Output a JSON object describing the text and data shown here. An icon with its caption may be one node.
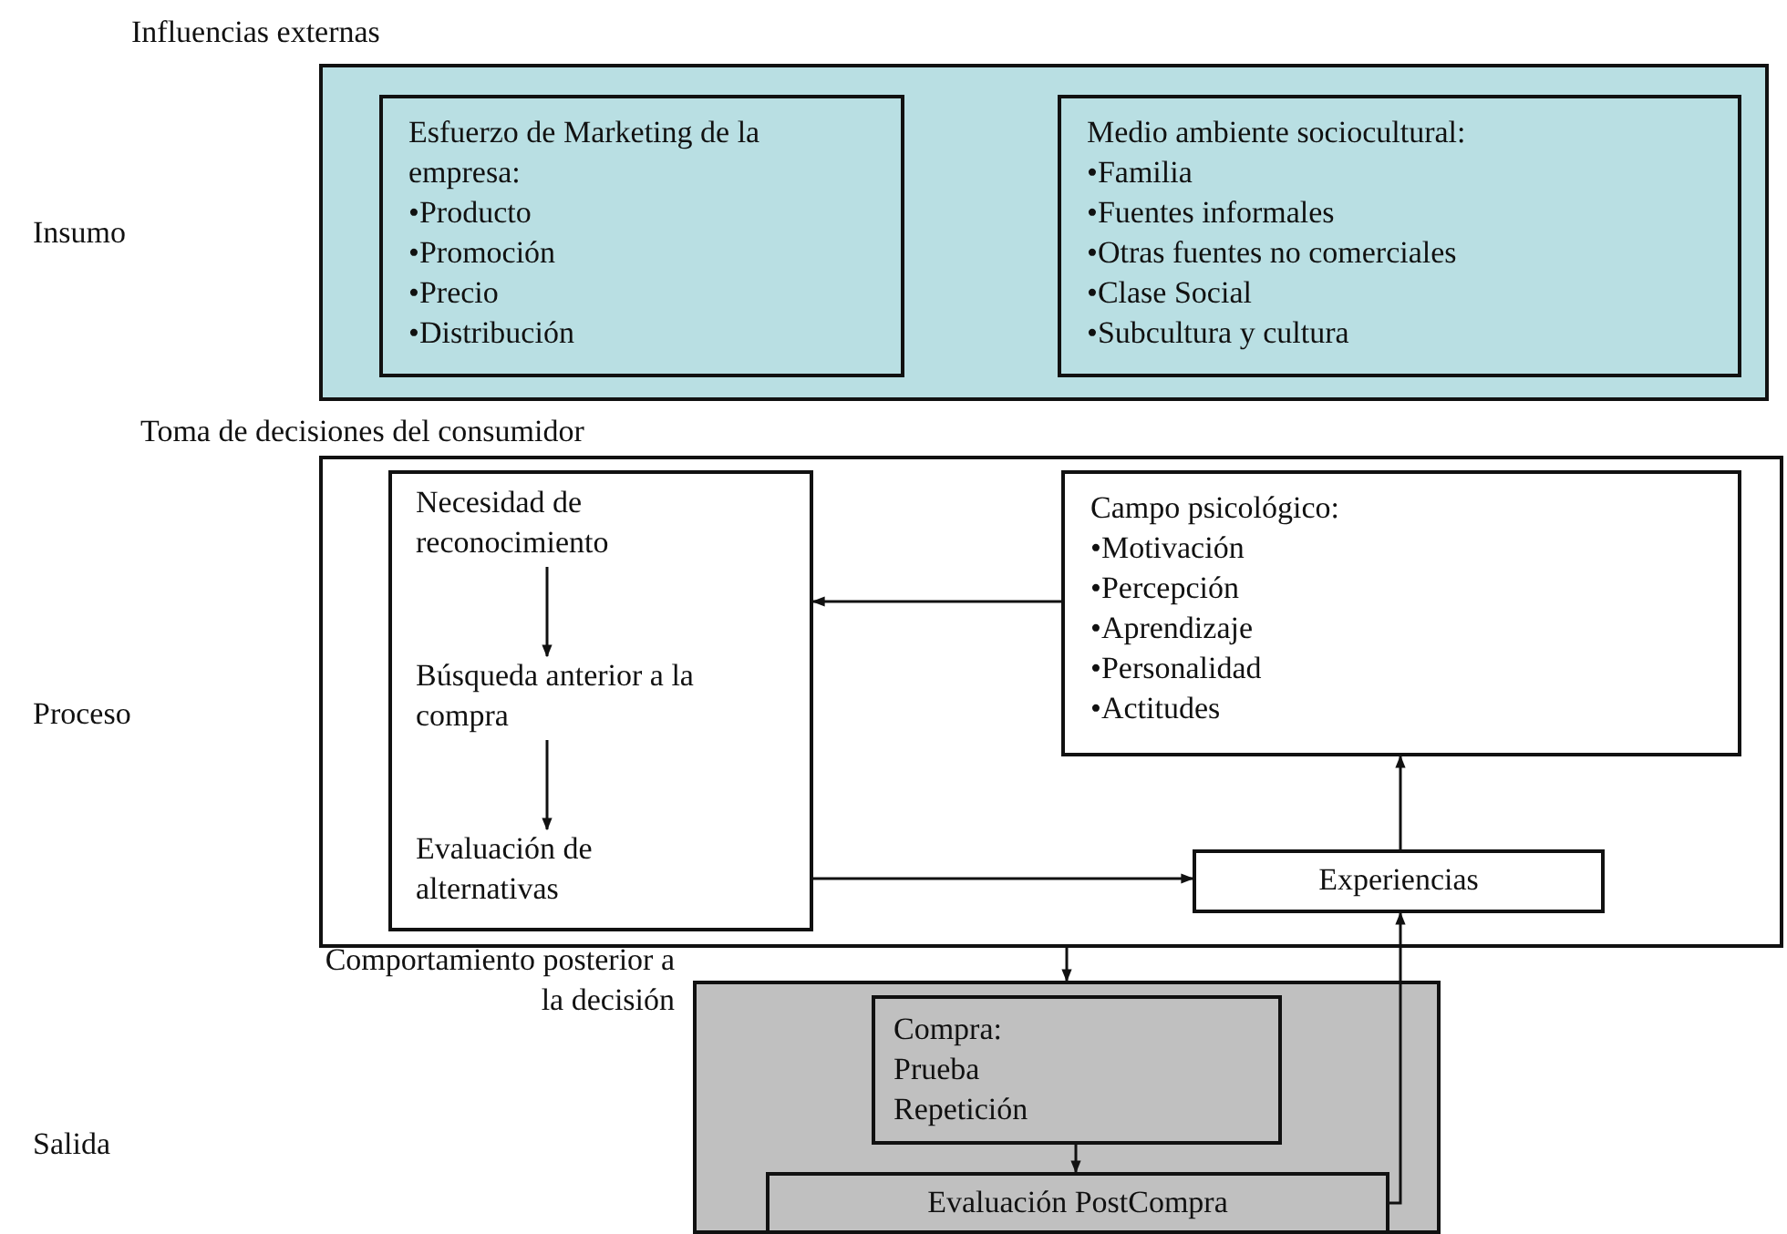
{
  "diagram": {
    "nodes": [
      {
        "text": [
          "Influencias externas"
        ]
      },
      {
        "text": [
          "Esfuerzo de Marketing de la empresa:",
          "•Producto",
          "•Promoción",
          "•Precio",
          "•Distribución"
        ],
        "in": 0
      },
      {
        "text": [
          "Medio ambiente sociocultural:",
          "•Familia",
          "•Fuentes informales",
          "•Otras fuentes no comerciales",
          "•Clase Social",
          "•Subcultura y cultura"
        ],
        "in": 0
      },
      {
        "text": [
          "Toma de decisiones del consumidor"
        ]
      },
      {
        "text": [],
        "shape": "box",
        "in": 3
      },
      {
        "text": [
          "Necesidad de reconocimiento"
        ],
        "in": 4
      },
      {
        "text": [
          "Búsqueda anterior a la compra"
        ],
        "in": 4
      },
      {
        "text": [
          "Evaluación de alternativas"
        ],
        "in": 4
      },
      {
        "text": [
          "Campo psicológico:",
          "•Motivación",
          "•Percepción",
          "•Aprendizaje",
          "•Personalidad",
          "•Actitudes"
        ],
        "in": 3
      },
      {
        "text": [
          "Experiencias"
        ],
        "in": 3
      },
      {
        "text": [
          "Comportamiento posterior a la decisión"
        ]
      },
      {
        "text": [
          "Compra:",
          "Prueba",
          "Repetición"
        ],
        "in": 10
      },
      {
        "text": [
          "Evaluación PostCompra"
        ],
        "in": 10
      }
    ],
    "edges": [
      {
        "from": 5,
        "to": 6,
        "arrow": "to"
      },
      {
        "from": 6,
        "to": 7,
        "arrow": "to"
      },
      {
        "from": 8,
        "to": 4,
        "arrow": "to"
      },
      {
        "from": 4,
        "to": 9,
        "arrow": "to"
      },
      {
        "from": 9,
        "to": 8,
        "arrow": "to"
      },
      {
        "from": 3,
        "to": 10,
        "arrow": "to"
      },
      {
        "from": 11,
        "to": 12,
        "arrow": "to"
      },
      {
        "from": 12,
        "to": 9,
        "arrow": "to"
      }
    ],
    "labels": [
      "Insumo",
      "Proceso",
      "Salida"
    ]
  }
}
